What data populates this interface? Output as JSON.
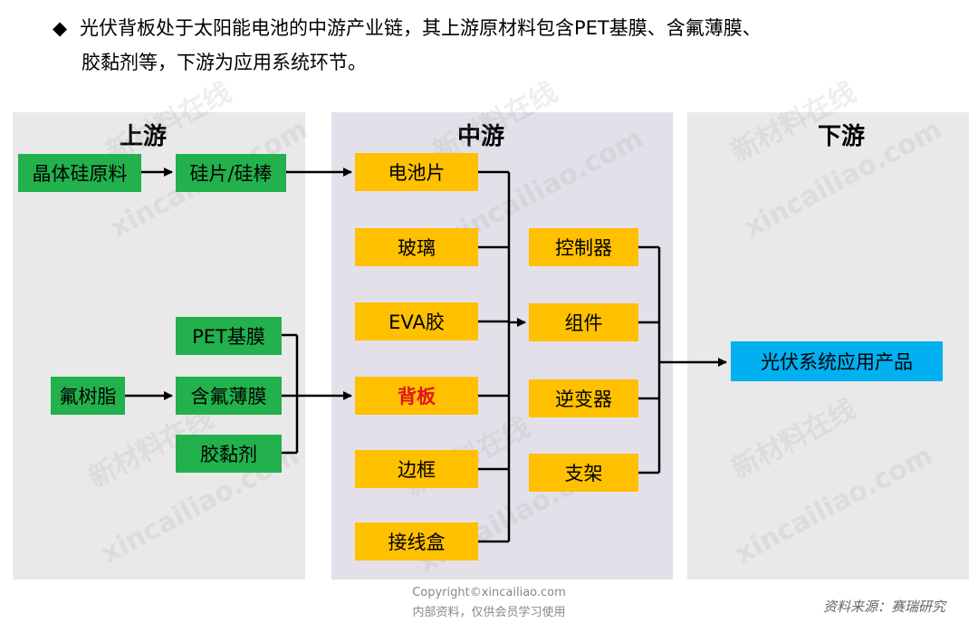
{
  "header": {
    "bullet": "◆",
    "line1": "光伏背板处于太阳能电池的中游产业链，其上游原材料包含PET基膜、含氟薄膜、",
    "line2": "胶黏剂等，下游为应用系统环节。"
  },
  "columns": {
    "upstream": "上游",
    "midstream": "中游",
    "downstream": "下游"
  },
  "upstream_boxes": {
    "crystal_silicon": "晶体硅原料",
    "wafer": "硅片/硅棒",
    "pet_film": "PET基膜",
    "fluororesin": "氟树脂",
    "fluoro_film": "含氟薄膜",
    "adhesive": "胶黏剂"
  },
  "midstream_boxes": {
    "cell": "电池片",
    "glass": "玻璃",
    "eva": "EVA胶",
    "backsheet": "背板",
    "frame": "边框",
    "junction_box": "接线盒",
    "controller": "控制器",
    "module": "组件",
    "inverter": "逆变器",
    "bracket": "支架"
  },
  "downstream_boxes": {
    "application": "光伏系统应用产品"
  },
  "footer": {
    "copyright": "Copyright©xincailiao.com",
    "notice": "内部资料，仅供会员学习使用",
    "source": "资料来源：赛瑞研究"
  },
  "watermark": {
    "cn": "新材料在线",
    "en": "xincailiao.com"
  },
  "colors": {
    "green": "#22b14c",
    "yellow": "#ffc000",
    "blue": "#00b0f0",
    "highlight_red": "#e0151d",
    "column_gray": "#e9e9e9",
    "column_purple": "#e4e0ea"
  }
}
